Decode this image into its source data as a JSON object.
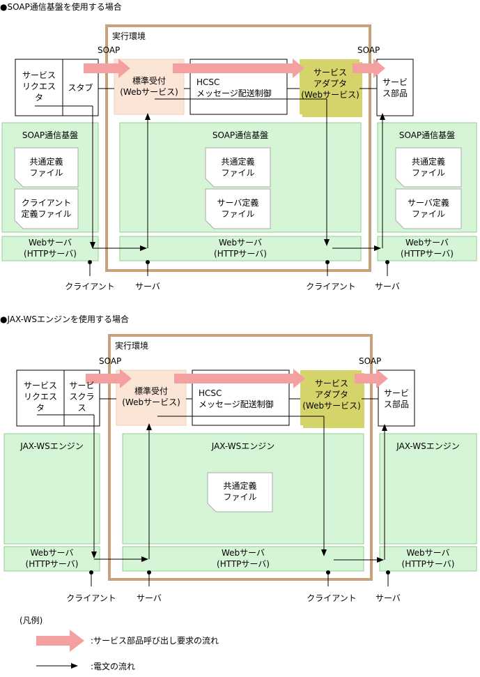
{
  "sections": [
    {
      "title": "●SOAP通信基盤を使用する場合",
      "exec_env": "実行環境",
      "soap_left": "SOAP",
      "soap_right": "SOAP",
      "requester_lines": [
        "サービス",
        "リクエス",
        "タ"
      ],
      "stub_lines": [
        "スタブ"
      ],
      "receiver_lines": [
        "標準受付",
        "(Webサービス)"
      ],
      "hcsc_lines": [
        "HCSC",
        "メッセージ配送制御"
      ],
      "adapter_lines": [
        "サービス",
        "アダプタ",
        "(Webサービス)"
      ],
      "component_lines": [
        "サービ",
        "ス部品"
      ],
      "platform_left": "SOAP通信基盤",
      "platform_center": "SOAP通信基盤",
      "platform_right": "SOAP通信基盤",
      "file_left_1": [
        "共通定義",
        "ファイル"
      ],
      "file_left_2": [
        "クライアント",
        "定義ファイル"
      ],
      "file_center_1": [
        "共通定義",
        "ファイル"
      ],
      "file_center_2": [
        "サーバ定義",
        "ファイル"
      ],
      "file_right_1": [
        "共通定義",
        "ファイル"
      ],
      "file_right_2": [
        "サーバ定義",
        "ファイル"
      ],
      "web_left": [
        "Webサーバ",
        "(HTTPサーバ)"
      ],
      "web_center": [
        "Webサーバ",
        "(HTTPサーバ)"
      ],
      "web_right": [
        "Webサーバ",
        "(HTTPサーバ)"
      ],
      "client_label_1": "クライアント",
      "server_label_1": "サーバ",
      "client_label_2": "クライアント",
      "server_label_2": "サーバ"
    },
    {
      "title": "●JAX-WSエンジンを使用する場合",
      "exec_env": "実行環境",
      "soap_left": "SOAP",
      "soap_right": "SOAP",
      "requester_lines": [
        "サービス",
        "リクエス",
        "タ"
      ],
      "stub_lines": [
        "サービ",
        "スクラ",
        "ス"
      ],
      "receiver_lines": [
        "標準受付",
        "(Webサービス)"
      ],
      "hcsc_lines": [
        "HCSC",
        "メッセージ配送制御"
      ],
      "adapter_lines": [
        "サービス",
        "アダプタ",
        "(Webサービス)"
      ],
      "component_lines": [
        "サービ",
        "ス部品"
      ],
      "platform_left": "JAX-WSエンジン",
      "platform_center": "JAX-WSエンジン",
      "platform_right": "JAX-WSエンジン",
      "file_center_1": [
        "共通定義",
        "ファイル"
      ],
      "web_left": [
        "Webサーバ",
        "(HTTPサーバ)"
      ],
      "web_center": [
        "Webサーバ",
        "(HTTPサーバ)"
      ],
      "web_right": [
        "Webサーバ",
        "(HTTPサーバ)"
      ],
      "client_label_1": "クライアント",
      "server_label_1": "サーバ",
      "client_label_2": "クライアント",
      "server_label_2": "サーバ"
    }
  ],
  "legend": {
    "title": "(凡例)",
    "request_flow": ":サービス部品呼び出し要求の流れ",
    "message_flow": ":電文の流れ"
  },
  "colors": {
    "env_border": "#c8a07a",
    "green_fill": "#d6f5d6",
    "green_border": "#8fd18f",
    "peach_fill": "#fbe5d6",
    "olive_fill": "#d4d46a",
    "pink_arrow": "#f4a0a0"
  }
}
